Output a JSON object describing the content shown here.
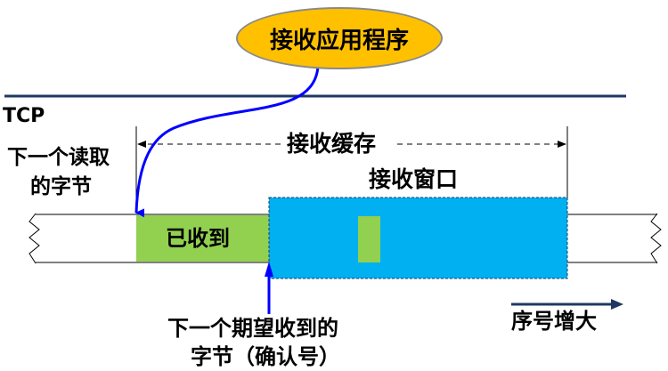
{
  "app": {
    "label": "接收应用程序"
  },
  "tcp": {
    "label": "TCP"
  },
  "buffer": {
    "label": "接收缓存"
  },
  "window": {
    "label": "接收窗口"
  },
  "received": {
    "label": "已收到"
  },
  "next_read": {
    "line1": "下一个读取",
    "line2": "的字节"
  },
  "next_expected": {
    "line1": "下一个期望收到的",
    "line2": "字节（确认号）"
  },
  "sequence": {
    "label": "序号增大"
  },
  "colors": {
    "app_fill": "#ffc000",
    "received_fill": "#92d050",
    "window_fill": "#00b0f0",
    "arrow_blue": "#0000ff",
    "sequence_arrow": "#1f3864"
  }
}
